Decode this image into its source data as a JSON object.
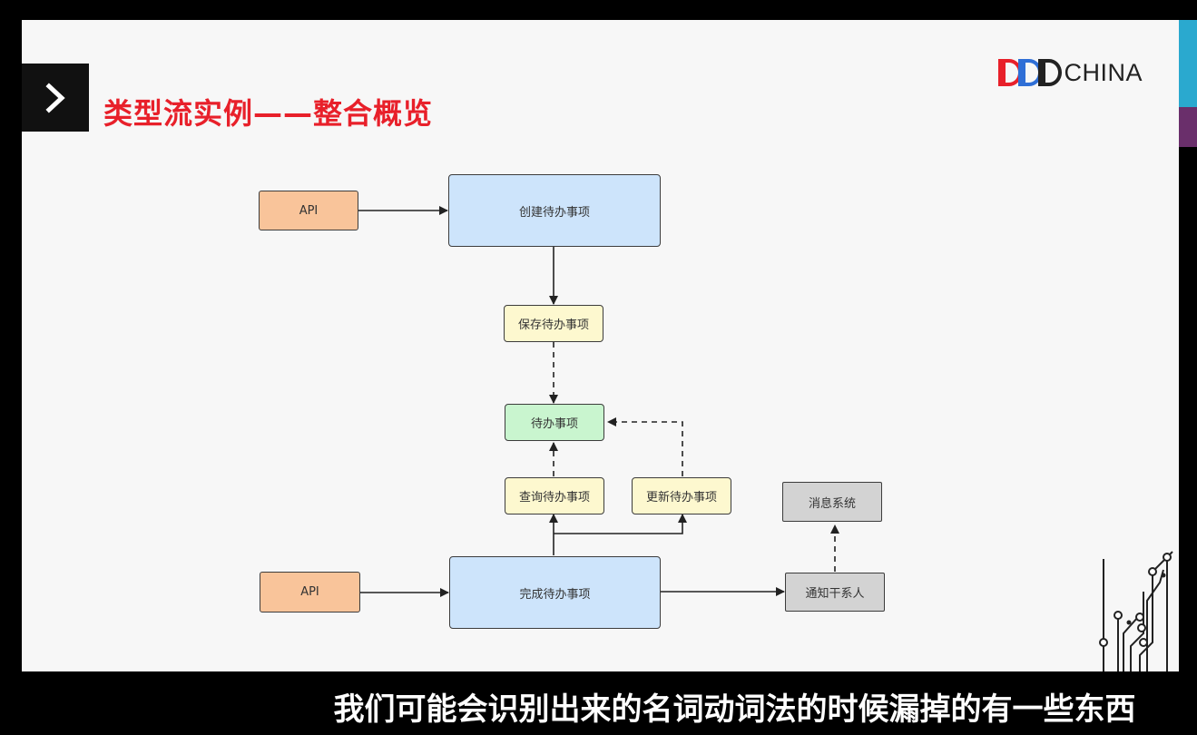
{
  "slide": {
    "title": "类型流实例——整合概览",
    "logo": {
      "mark": "DDD",
      "word": "CHINA"
    }
  },
  "nodes": {
    "api_top": "API",
    "create_todo": "创建待办事项",
    "save_todo": "保存待办事项",
    "todo": "待办事项",
    "query_todo": "查询待办事项",
    "update_todo": "更新待办事项",
    "message_system": "消息系统",
    "api_bottom": "API",
    "complete_todo": "完成待办事项",
    "notify_stakeholders": "通知干系人"
  },
  "subtitle": "我们可能会识别出来的名词动词法的时候漏掉的有一些东西",
  "colors": {
    "title_red": "#e8202a",
    "api_orange": "#f9c49a",
    "command_blue": "#cde4fb",
    "event_yellow": "#fdf8cf",
    "aggregate_green": "#c9f5cf",
    "external_gray": "#d3d3d3",
    "logo_red": "#e8202a",
    "logo_blue": "#2f6fd6",
    "side_teal": "#2aa9cf",
    "side_purple": "#6a2f6b"
  },
  "icons": [
    "chevron-right-icon",
    "ddd-china-logo",
    "circuit-decoration-icon"
  ]
}
